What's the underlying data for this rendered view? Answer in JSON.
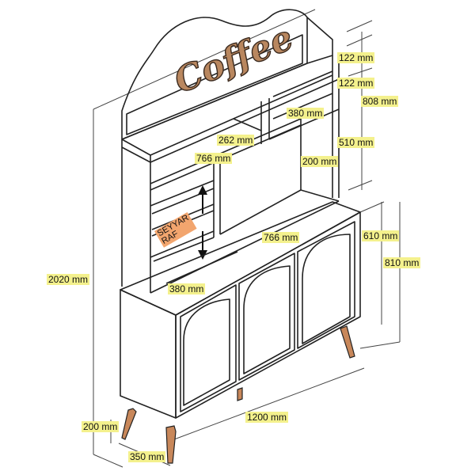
{
  "logo_text": "Coffee",
  "shelf_label_line1": "SEYYAR",
  "shelf_label_line2": "RAF",
  "dimensions": {
    "top_gap_1": "122 mm",
    "top_gap_2": "122 mm",
    "upper_height": "808 mm",
    "right_shelf_width": "380 mm",
    "upper_shelf_height": "510 mm",
    "middle_shelf_width": "262 mm",
    "upper_inner_width": "766 mm",
    "vertical_gap": "200 mm",
    "lower_inner_width": "766 mm",
    "cabinet_height": "610 mm",
    "cabinet_total_height": "810 mm",
    "left_shelf_width": "380 mm",
    "total_height": "2020 mm",
    "leg_height": "200 mm",
    "total_width": "1200 mm",
    "depth": "350 mm"
  },
  "colors": {
    "label_bg": "#f4f18d",
    "wood": "#c8875a",
    "shelf_tag": "#f2a56e"
  }
}
